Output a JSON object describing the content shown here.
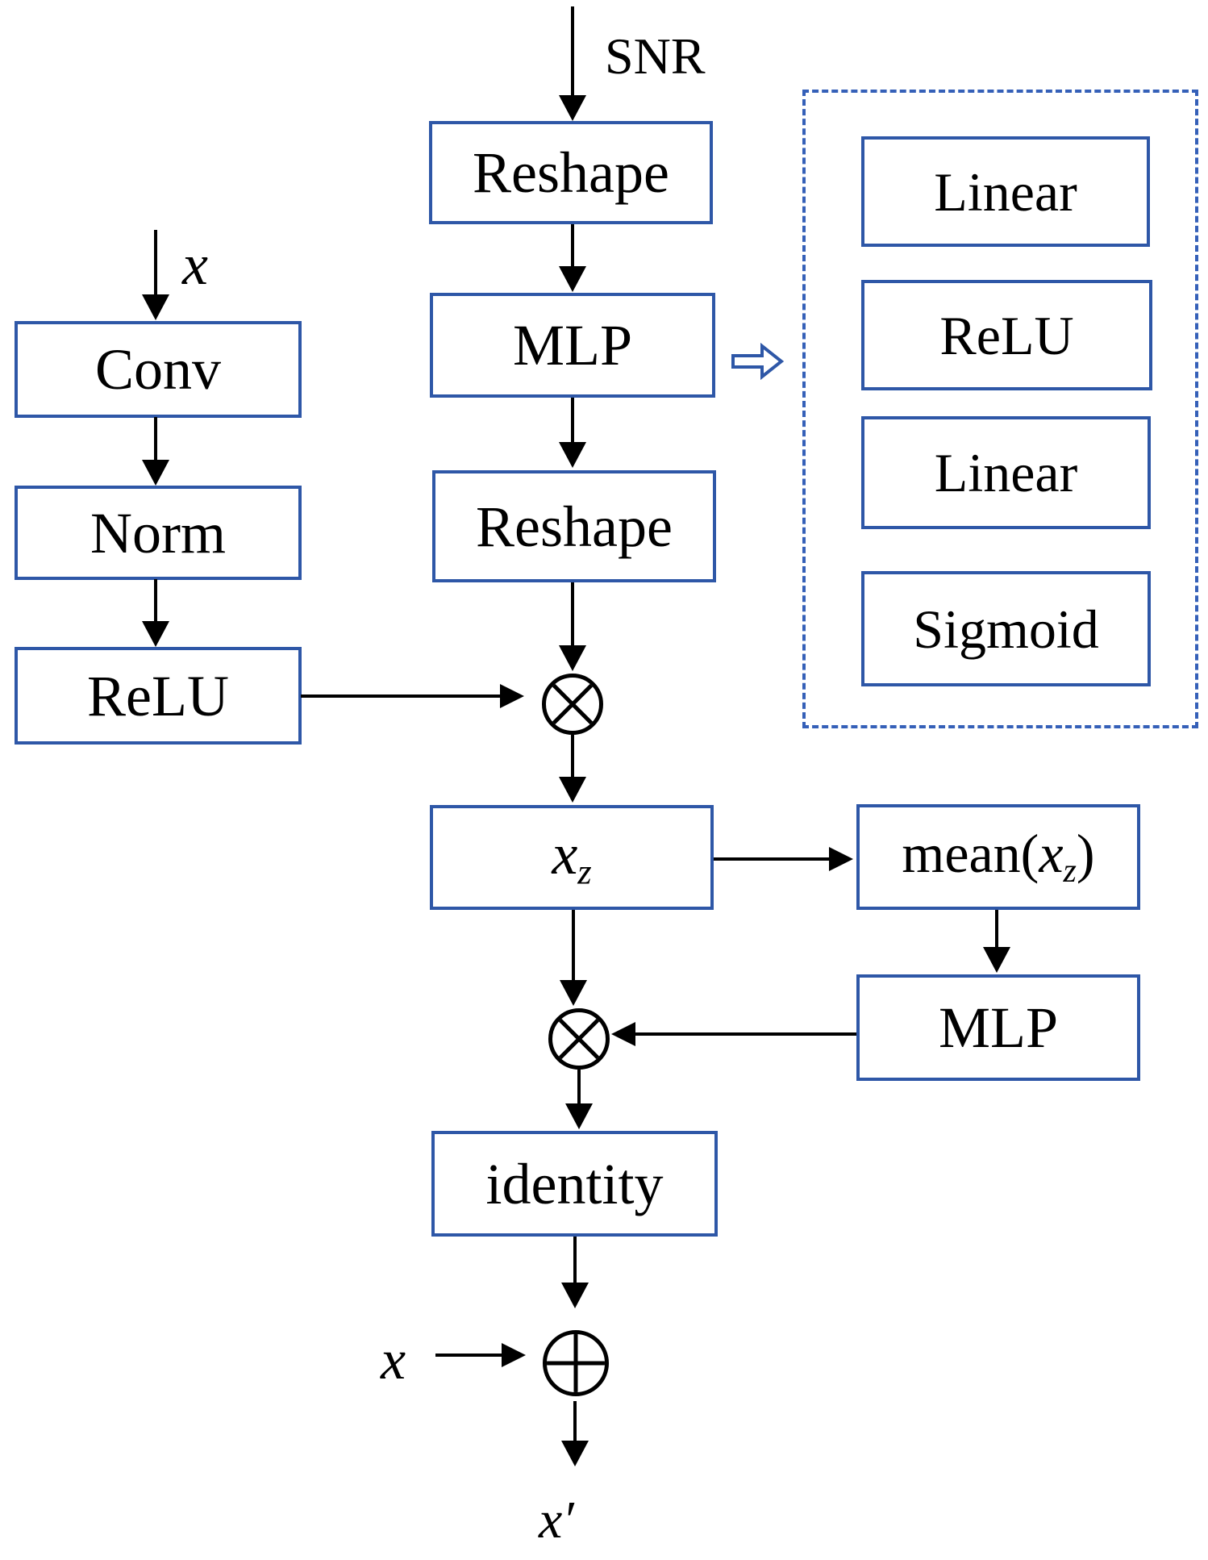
{
  "figure": {
    "background": "#ffffff",
    "colors": {
      "box_border": "#2e57a7",
      "dashed_border": "#3560b8",
      "line": "#000000",
      "text": "#000000"
    },
    "io_labels": {
      "snr": "SNR",
      "x_in": "x",
      "x_skip": "x",
      "x_out": "x′"
    },
    "left_branch": {
      "conv": "Conv",
      "norm": "Norm",
      "relu": "ReLU"
    },
    "snr_branch": {
      "reshape_top": "Reshape",
      "mlp": "MLP",
      "reshape_bottom": "Reshape"
    },
    "feature_nodes": {
      "xz_base": "x",
      "xz_sub": "z",
      "mean_prefix": "mean(",
      "mean_base": "x",
      "mean_sub": "z",
      "mean_suffix": ")",
      "mlp": "MLP",
      "identity": "identity"
    },
    "mlp_expansion": [
      "Linear",
      "ReLU",
      "Linear",
      "Sigmoid"
    ],
    "operators": {
      "multiply": "⊗",
      "add": "⊕"
    }
  }
}
